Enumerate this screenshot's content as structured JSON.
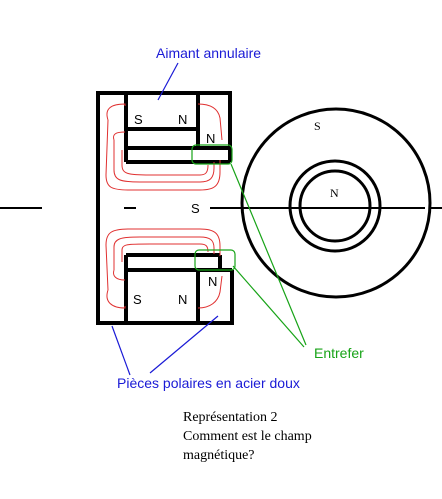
{
  "labels": {
    "aimant": "Aimant annulaire",
    "entrefer": "Entrefer",
    "pieces": "Pièces polaires en acier doux"
  },
  "poles": {
    "top_left_s": "S",
    "top_left_n": "N",
    "top_right_n": "N",
    "center_s": "S",
    "bottom_right_n": "N",
    "bottom_left_s": "S",
    "bottom_left_n": "N",
    "ring_s": "S",
    "ring_n": "N"
  },
  "caption": {
    "line1": "Représentation 2",
    "line2": "Comment est le champ",
    "line3": "magnétique?"
  },
  "colors": {
    "structure": "#000000",
    "label_blue": "#1a1ad6",
    "label_green": "#17a317",
    "field_lines": "#e03030"
  }
}
